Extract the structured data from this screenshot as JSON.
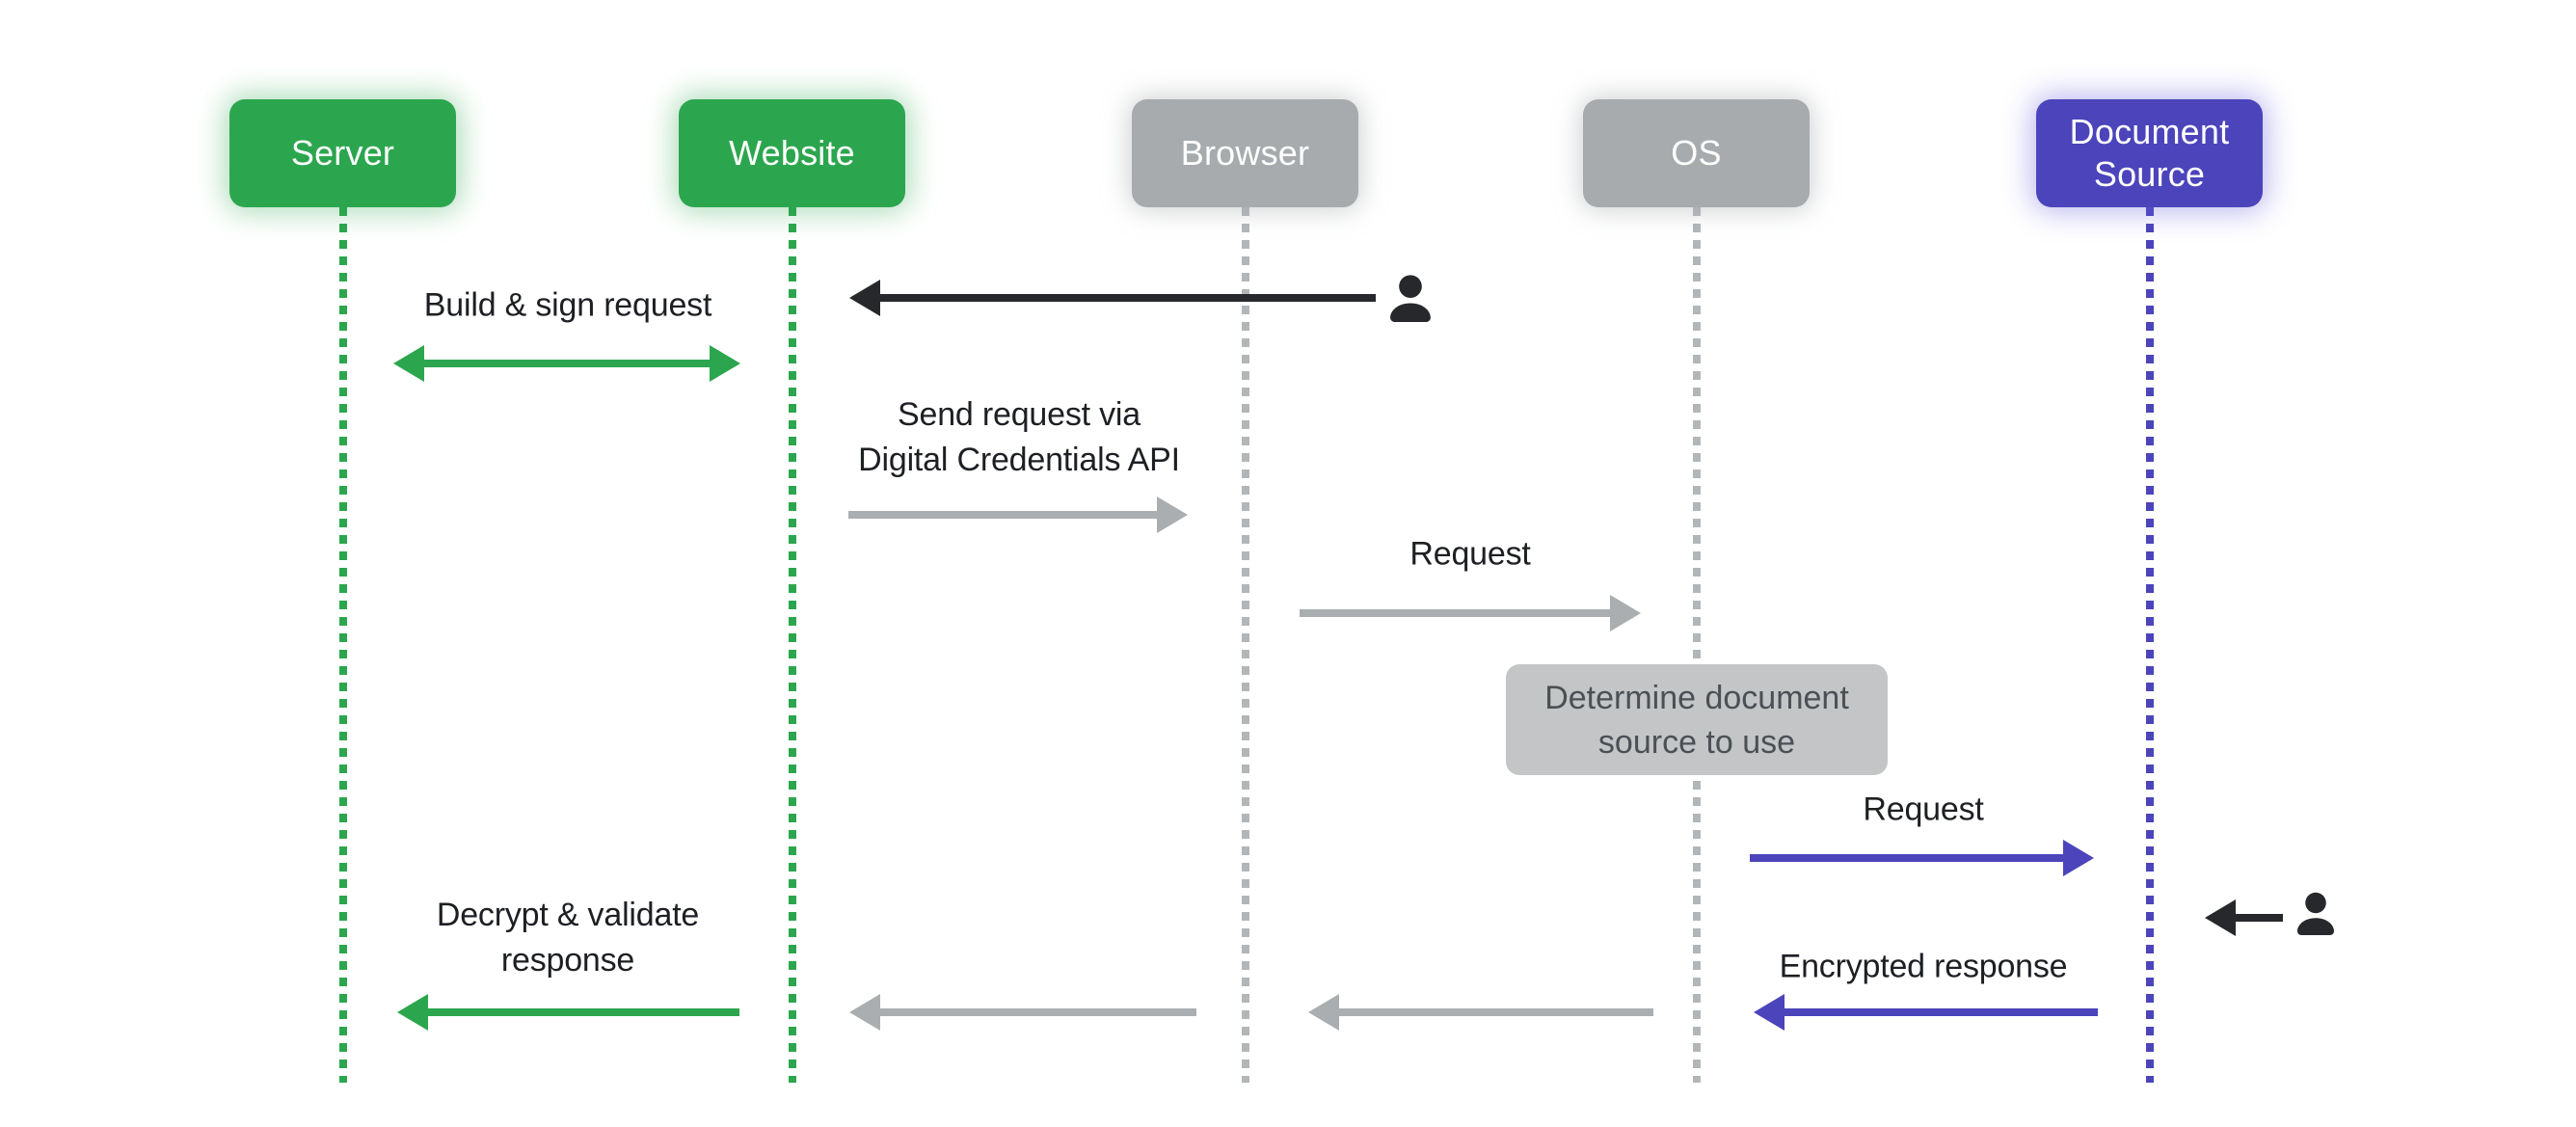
{
  "colors": {
    "green": "#2CA64E",
    "gray_node": "#A7ABAD",
    "gray_line": "#B3B6B8",
    "gray_arrow": "#ABAEB0",
    "purple": "#4B44BB",
    "black": "#26282B",
    "process_fill": "#C3C5C7",
    "process_text": "#4B5055",
    "label_text": "#1D1F23",
    "background": "#FFFFFF"
  },
  "nodes": [
    {
      "label": "Server",
      "color": "green"
    },
    {
      "label": "Website",
      "color": "green"
    },
    {
      "label": "Browser",
      "color": "gray"
    },
    {
      "label": "OS",
      "color": "gray"
    },
    {
      "label": "Document\nSource",
      "color": "purple"
    }
  ],
  "messages": {
    "build_sign": "Build & sign request",
    "send_request": "Send request via\nDigital Credentials API",
    "request_browser_os": "Request",
    "request_os_docsource": "Request",
    "encrypted_response": "Encrypted response",
    "decrypt_validate": "Decrypt & validate\nresponse"
  },
  "process": {
    "determine_source": "Determine document\nsource to use"
  },
  "icons": {
    "left_user": "user-icon",
    "right_user": "user-icon"
  }
}
